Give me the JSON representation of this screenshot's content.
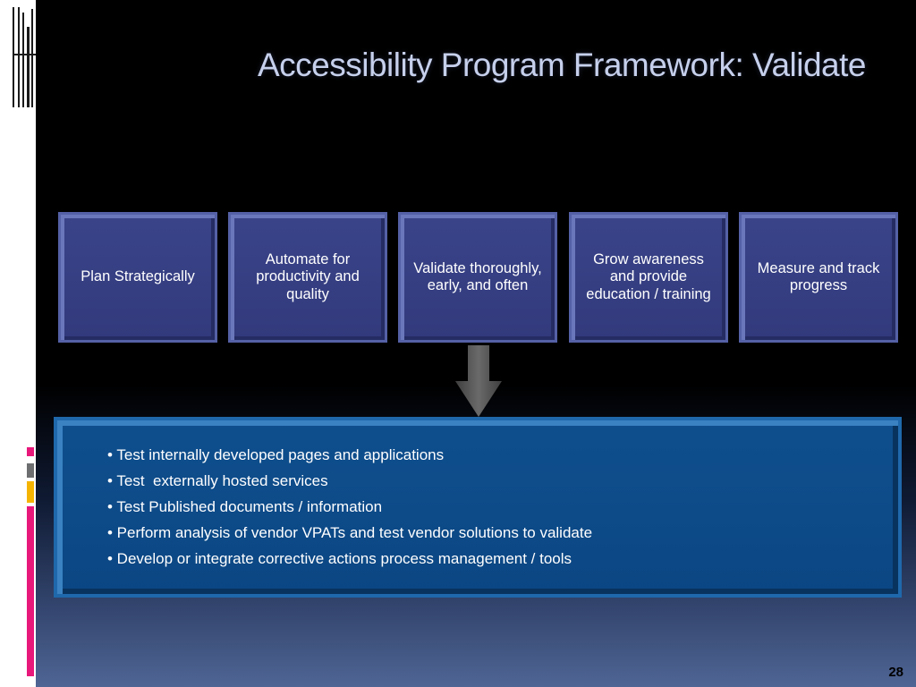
{
  "slide": {
    "title": "Accessibility Program Framework: Validate",
    "page_number": "28"
  },
  "steps": [
    {
      "label": "Plan Strategically"
    },
    {
      "label": "Automate for productivity and quality"
    },
    {
      "label": "Validate thoroughly, early, and often"
    },
    {
      "label": "Grow awareness and provide education / training"
    },
    {
      "label": "Measure and track progress"
    }
  ],
  "details": {
    "bullets": [
      "• Test internally developed pages and applications",
      "• Test  externally hosted services",
      "• Test Published documents / information",
      "• Perform analysis of vendor VPATs and test vendor solutions to validate",
      "• Develop or integrate corrective actions process management / tools"
    ]
  },
  "colors": {
    "step_box": "#343d80",
    "detail_panel": "#0d4a88",
    "arrow": "#5a5a5a",
    "title": "#c6d0ec",
    "accent_pink": "#e8177a",
    "accent_orange": "#f5b400",
    "accent_gray": "#6d6e70"
  },
  "icons": {
    "arrow": "down-arrow-icon"
  }
}
